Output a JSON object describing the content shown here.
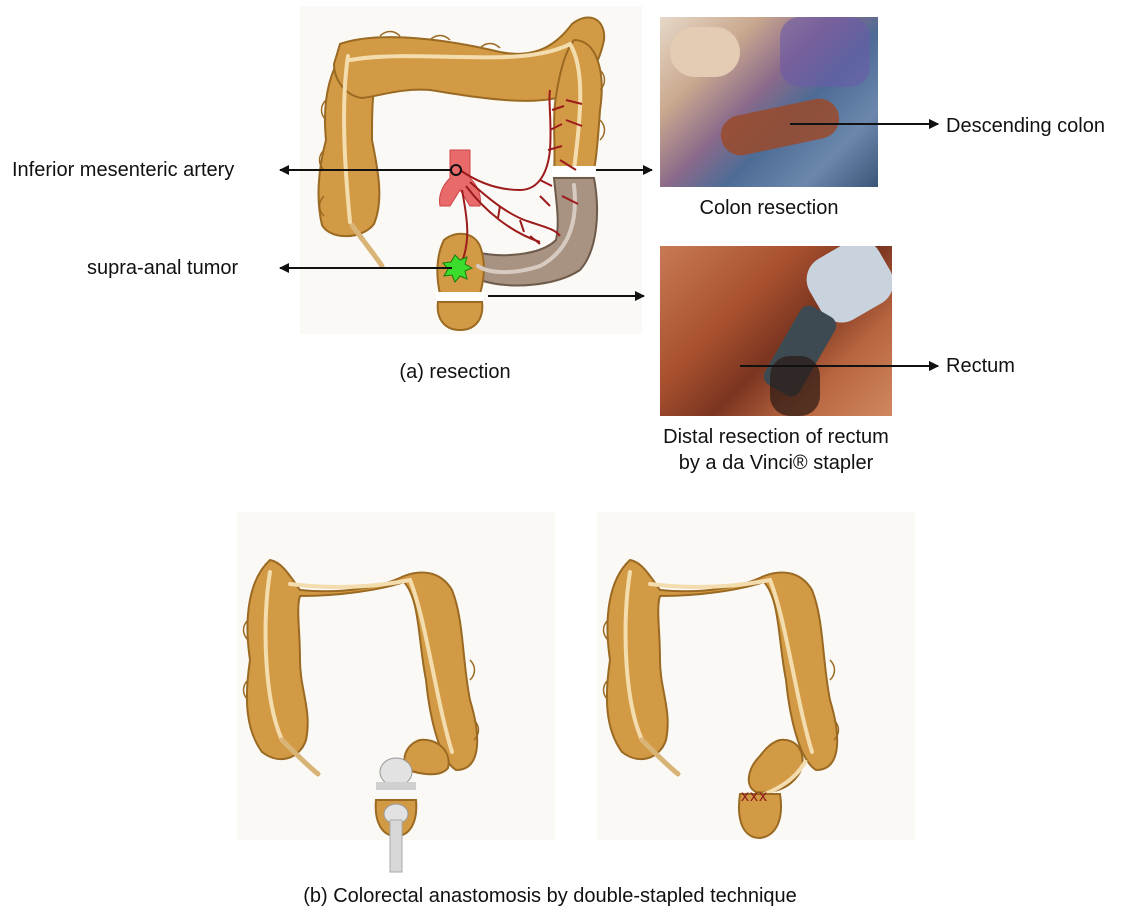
{
  "panel_a": {
    "labels": {
      "ima": "Inferior mesenteric artery",
      "tumor": "supra-anal tumor",
      "descending": "Descending colon",
      "rectum": "Rectum"
    },
    "captions": {
      "colon_resection": "Colon resection",
      "distal_line1": "Distal resection of rectum",
      "distal_line2": "by a da Vinci® stapler",
      "subcaption": "(a) resection"
    }
  },
  "panel_b": {
    "staple_marks": "xxx",
    "caption": "(b) Colorectal anastomosis by double-stapled technique"
  },
  "colors": {
    "colon_fill": "#d39a45",
    "colon_edge": "#9a6a22",
    "colon_highlight": "#f3dcae",
    "resected_fill": "#a89282",
    "artery": "#9c1b1b",
    "aorta": "#e86a6a",
    "tumor": "#3bdc2c",
    "cut_band": "#ffffff",
    "staple": "#8b1a1a"
  }
}
